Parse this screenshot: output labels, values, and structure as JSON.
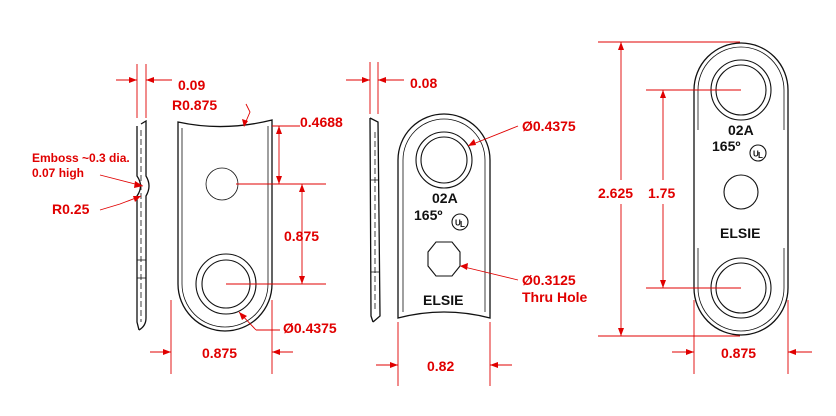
{
  "left_view": {
    "thickness": "0.09",
    "emboss_line1": "Emboss ~0.3 dia.",
    "emboss_line2": "0.07 high",
    "emboss_radius": "R0.25",
    "end_radius": "R0.875",
    "notch_depth": "0.4688",
    "hole_spacing": "0.875",
    "hole_diameter": "Ø0.4375",
    "width": "0.875"
  },
  "middle_view": {
    "thickness": "0.08",
    "hole_diameter": "Ø0.4375",
    "thru_hole_diameter": "Ø0.3125",
    "thru_hole_label": "Thru Hole",
    "width": "0.82",
    "marking_code": "02A",
    "marking_temp": "165º",
    "brand": "ELSIE"
  },
  "right_view": {
    "overall_length": "2.625",
    "hole_spacing": "1.75",
    "width": "0.875",
    "marking_code": "02A",
    "marking_temp": "165º",
    "brand": "ELSIE"
  }
}
